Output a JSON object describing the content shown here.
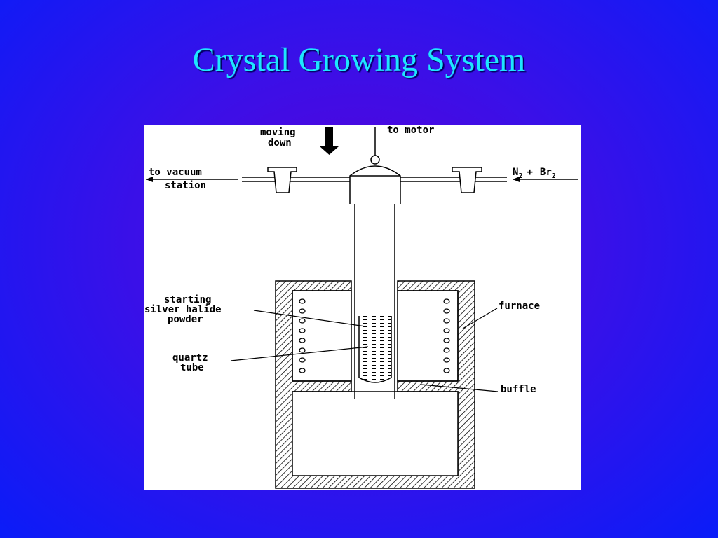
{
  "slide": {
    "title": "Crystal Growing System"
  },
  "diagram": {
    "labels": {
      "moving_1": "moving",
      "moving_2": "down",
      "motor": "to motor",
      "vacuum_1": "to vacuum",
      "vacuum_2": "station",
      "gas_n": "N",
      "gas_n_sub": "2",
      "gas_plus": "+",
      "gas_br": "Br",
      "gas_br_sub": "2",
      "powder_1": "starting",
      "powder_2": "silver halide",
      "powder_3": "powder",
      "tube_1": "quartz",
      "tube_2": "tube",
      "furnace": "furnace",
      "buffle": "buffle"
    }
  }
}
